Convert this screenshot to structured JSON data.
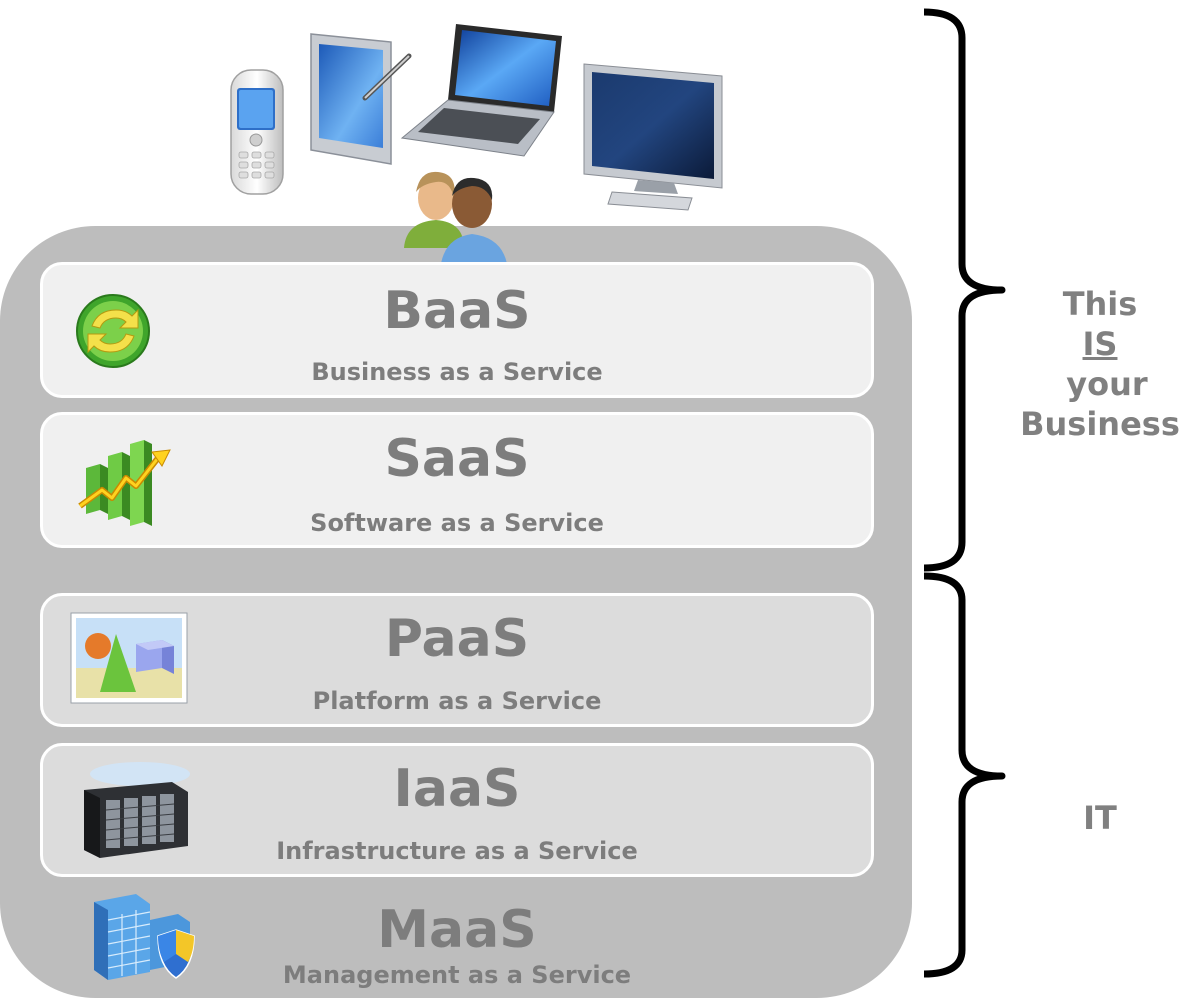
{
  "layers": [
    {
      "name": "BaaS",
      "subtitle": "Business as a Service"
    },
    {
      "name": "SaaS",
      "subtitle": "Software as a Service"
    },
    {
      "name": "PaaS",
      "subtitle": "Platform as a Service"
    },
    {
      "name": "IaaS",
      "subtitle": "Infrastructure as a Service"
    },
    {
      "name": "MaaS",
      "subtitle": "Management as a Service"
    }
  ],
  "labels": {
    "business": {
      "line1": "This",
      "line2": "IS",
      "line3": "your",
      "line4": "Business"
    },
    "it": "IT"
  },
  "colors": {
    "text": "#7d7d7d",
    "panel": "#bdbdbd",
    "brace": "#000000"
  }
}
